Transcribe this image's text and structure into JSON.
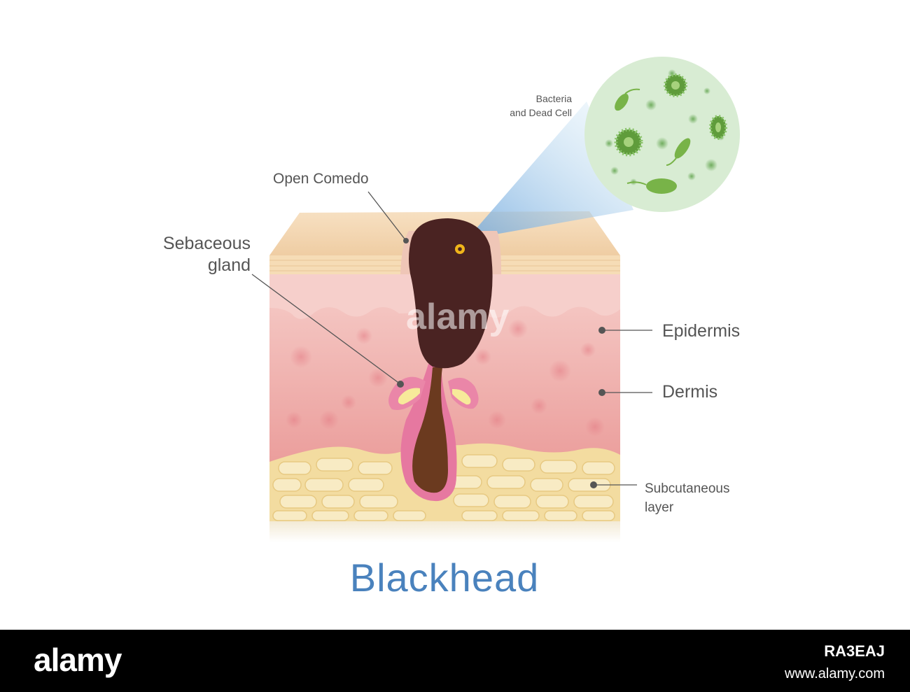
{
  "diagram": {
    "title": "Blackhead",
    "labels": {
      "open_comedo": "Open Comedo",
      "sebaceous_line1": "Sebaceous",
      "sebaceous_line2": "gland",
      "epidermis": "Epidermis",
      "dermis": "Dermis",
      "subcutaneous_line1": "Subcutaneous",
      "subcutaneous_line2": "layer",
      "bacteria_line1": "Bacteria",
      "bacteria_line2": "and Dead Cell"
    },
    "watermark": "alamy"
  },
  "footer": {
    "logo": "alamy",
    "image_id": "RA3EAJ",
    "url": "www.alamy.com"
  },
  "colors": {
    "title": "#4a82bd",
    "label": "#555555",
    "skin_surface": "#f2d3ac",
    "epidermis": "#f3c3c0",
    "dermis": "#eda4a2",
    "fat": "#f4e1a8",
    "comedo": "#4a2322",
    "magnifier": "#d8ecd3"
  }
}
